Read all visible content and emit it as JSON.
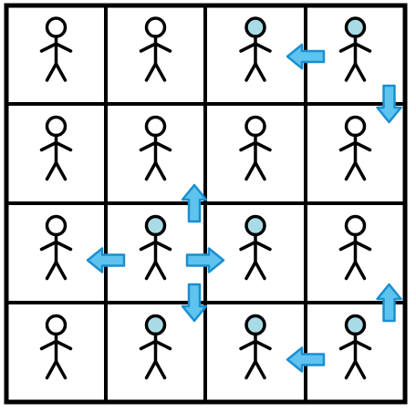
{
  "grid": {
    "rows": 4,
    "cols": 4
  },
  "colors": {
    "line": "#000000",
    "head_plain": "#ffffff",
    "head_highlight": "#a9dbe6",
    "arrow_fill": "#5ec3ee",
    "arrow_stroke": "#1a8fd0"
  },
  "people": [
    {
      "row": 1,
      "col": 1,
      "highlighted": false
    },
    {
      "row": 1,
      "col": 2,
      "highlighted": false
    },
    {
      "row": 1,
      "col": 3,
      "highlighted": true
    },
    {
      "row": 1,
      "col": 4,
      "highlighted": true
    },
    {
      "row": 2,
      "col": 1,
      "highlighted": false
    },
    {
      "row": 2,
      "col": 2,
      "highlighted": false
    },
    {
      "row": 2,
      "col": 3,
      "highlighted": false
    },
    {
      "row": 2,
      "col": 4,
      "highlighted": false
    },
    {
      "row": 3,
      "col": 1,
      "highlighted": false
    },
    {
      "row": 3,
      "col": 2,
      "highlighted": true
    },
    {
      "row": 3,
      "col": 3,
      "highlighted": true
    },
    {
      "row": 3,
      "col": 4,
      "highlighted": false
    },
    {
      "row": 4,
      "col": 1,
      "highlighted": false
    },
    {
      "row": 4,
      "col": 2,
      "highlighted": true
    },
    {
      "row": 4,
      "col": 3,
      "highlighted": true
    },
    {
      "row": 4,
      "col": 4,
      "highlighted": true
    }
  ],
  "arrows": [
    {
      "from": [
        1,
        4
      ],
      "to": [
        1,
        3
      ],
      "direction": "left"
    },
    {
      "from": [
        1,
        4
      ],
      "to": [
        2,
        4
      ],
      "direction": "down"
    },
    {
      "from": [
        3,
        2
      ],
      "to": [
        2,
        2
      ],
      "direction": "up"
    },
    {
      "from": [
        3,
        2
      ],
      "to": [
        3,
        1
      ],
      "direction": "left"
    },
    {
      "from": [
        3,
        2
      ],
      "to": [
        3,
        3
      ],
      "direction": "right"
    },
    {
      "from": [
        3,
        2
      ],
      "to": [
        4,
        2
      ],
      "direction": "down"
    },
    {
      "from": [
        4,
        4
      ],
      "to": [
        4,
        3
      ],
      "direction": "left"
    },
    {
      "from": [
        4,
        4
      ],
      "to": [
        3,
        4
      ],
      "direction": "up"
    }
  ]
}
